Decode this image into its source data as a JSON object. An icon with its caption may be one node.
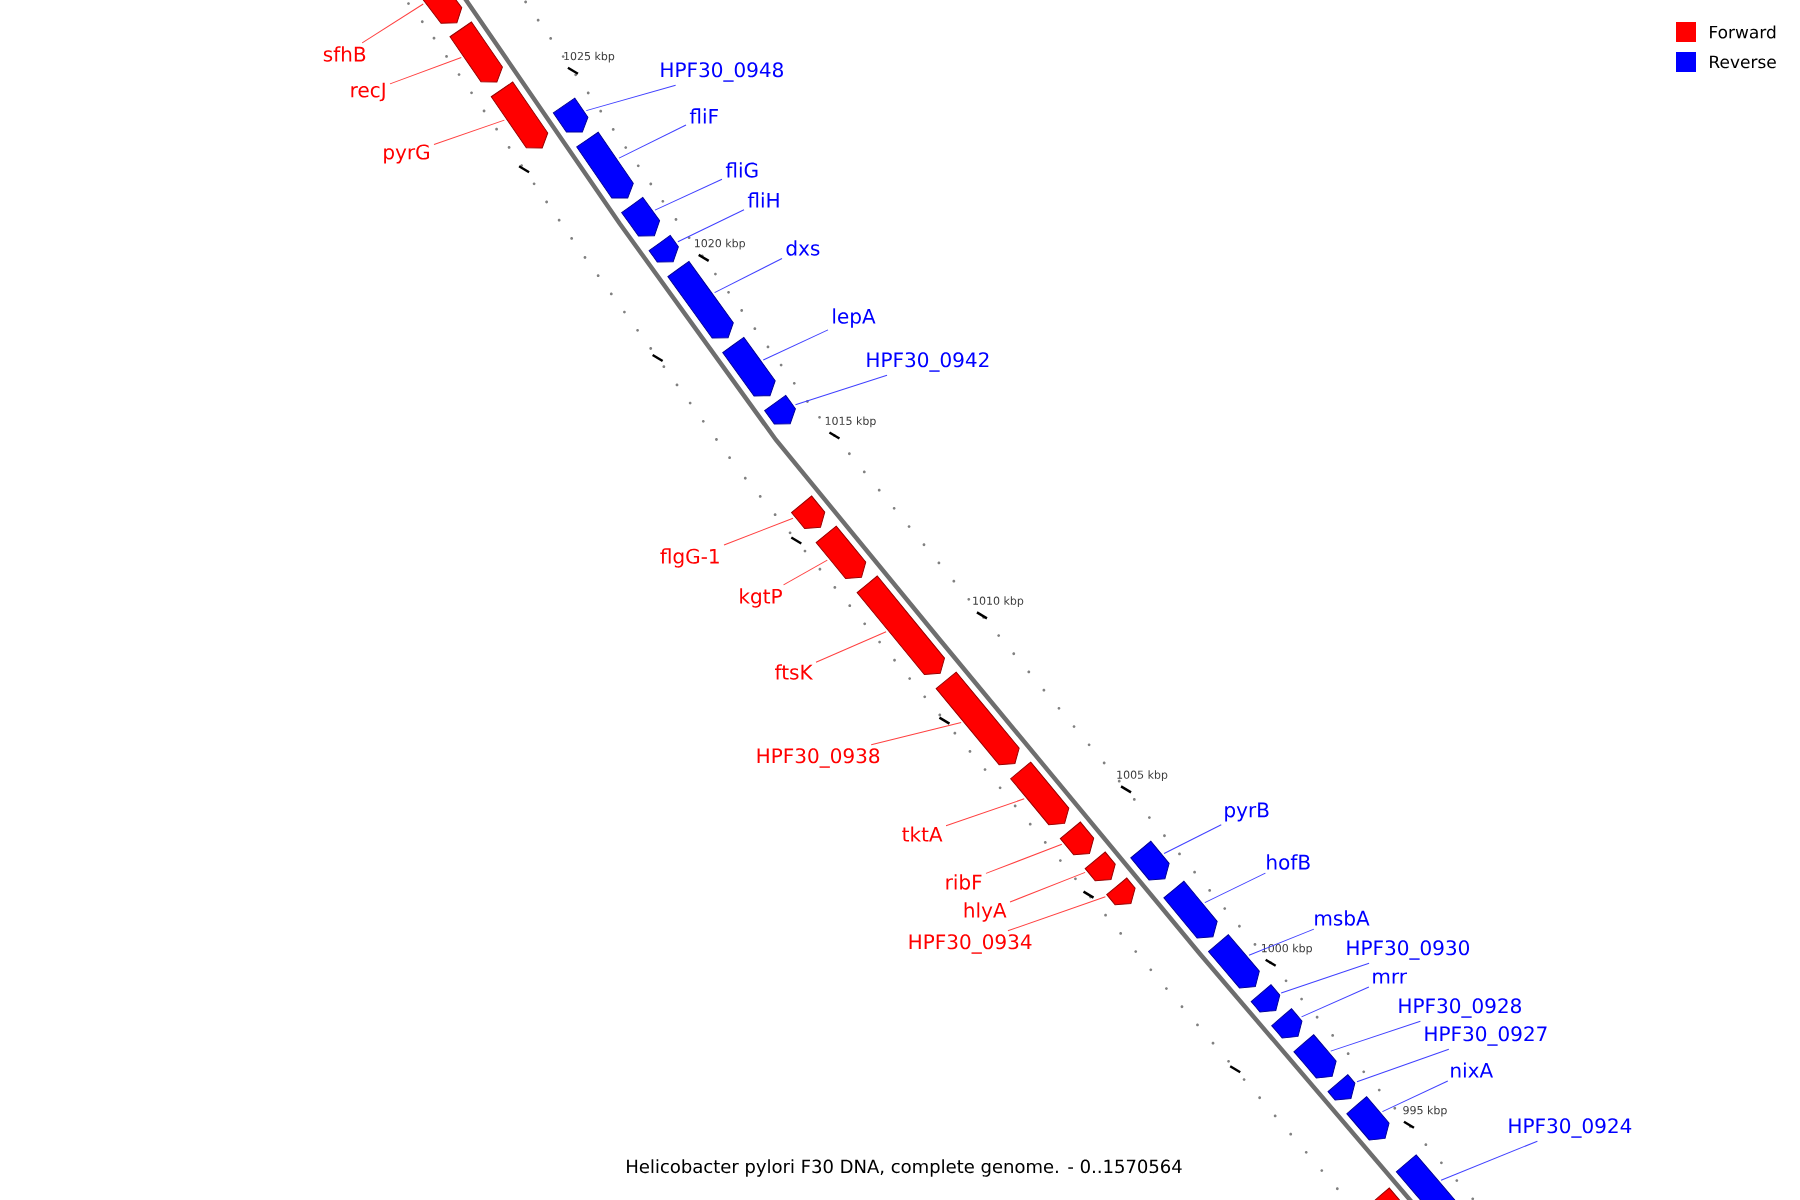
{
  "diagram": {
    "caption": "Helicobacter pylori F30 DNA, complete genome. - 0..1570564",
    "nodes": [
      {
        "text": [
          "sfhB"
        ]
      },
      {
        "text": [],
        "shape": "bar"
      },
      {
        "text": [
          "recJ"
        ]
      },
      {
        "text": [],
        "shape": "bar"
      },
      {
        "text": [
          "pyrG"
        ]
      },
      {
        "text": [],
        "shape": "bar"
      },
      {
        "text": [
          "HPF30_0948"
        ]
      },
      {
        "text": [],
        "shape": "bar"
      },
      {
        "text": [
          "fliF"
        ]
      },
      {
        "text": [],
        "shape": "bar"
      },
      {
        "text": [
          "fliG"
        ]
      },
      {
        "text": [],
        "shape": "bar"
      },
      {
        "text": [
          "fliH"
        ]
      },
      {
        "text": [],
        "shape": "bar"
      },
      {
        "text": [
          "dxs"
        ]
      },
      {
        "text": [],
        "shape": "bar"
      },
      {
        "text": [
          "lepA"
        ]
      },
      {
        "text": [],
        "shape": "bar"
      },
      {
        "text": [
          "HPF30_0942"
        ]
      },
      {
        "text": [],
        "shape": "bar"
      },
      {
        "text": [
          "flgG-1"
        ]
      },
      {
        "text": [],
        "shape": "bar"
      },
      {
        "text": [
          "kgtP"
        ]
      },
      {
        "text": [],
        "shape": "bar"
      },
      {
        "text": [
          "ftsK"
        ]
      },
      {
        "text": [],
        "shape": "bar"
      },
      {
        "text": [
          "HPF30_0938"
        ]
      },
      {
        "text": [],
        "shape": "bar"
      },
      {
        "text": [
          "tktA"
        ]
      },
      {
        "text": [],
        "shape": "bar"
      },
      {
        "text": [
          "ribF"
        ]
      },
      {
        "text": [],
        "shape": "bar"
      },
      {
        "text": [
          "hlyA"
        ]
      },
      {
        "text": [],
        "shape": "bar"
      },
      {
        "text": [
          "HPF30_0934"
        ]
      },
      {
        "text": [],
        "shape": "bar"
      },
      {
        "text": [
          "pyrB"
        ]
      },
      {
        "text": [],
        "shape": "bar"
      },
      {
        "text": [
          "hofB"
        ]
      },
      {
        "text": [],
        "shape": "bar"
      },
      {
        "text": [
          "msbA"
        ]
      },
      {
        "text": [],
        "shape": "bar"
      },
      {
        "text": [
          "HPF30_0930"
        ]
      },
      {
        "text": [],
        "shape": "bar"
      },
      {
        "text": [
          "mrr"
        ]
      },
      {
        "text": [],
        "shape": "bar"
      },
      {
        "text": [
          "HPF30_0928"
        ]
      },
      {
        "text": [],
        "shape": "bar"
      },
      {
        "text": [
          "HPF30_0927"
        ]
      },
      {
        "text": [],
        "shape": "bar"
      },
      {
        "text": [
          "nixA"
        ]
      },
      {
        "text": [],
        "shape": "bar"
      },
      {
        "text": [
          "HPF30_0924"
        ]
      },
      {
        "text": [],
        "shape": "bar"
      },
      {
        "text": [],
        "shape": "bar"
      }
    ],
    "edges": [
      {
        "from": 0,
        "to": 1,
        "arrow": "none",
        "color": "#ff4040"
      },
      {
        "from": 2,
        "to": 3,
        "arrow": "none",
        "color": "#ff4040"
      },
      {
        "from": 4,
        "to": 5,
        "arrow": "none",
        "color": "#ff4040"
      },
      {
        "from": 6,
        "to": 7,
        "arrow": "none",
        "color": "#4040ff"
      },
      {
        "from": 8,
        "to": 9,
        "arrow": "none",
        "color": "#4040ff"
      },
      {
        "from": 10,
        "to": 11,
        "arrow": "none",
        "color": "#4040ff"
      },
      {
        "from": 12,
        "to": 13,
        "arrow": "none",
        "color": "#4040ff"
      },
      {
        "from": 14,
        "to": 15,
        "arrow": "none",
        "color": "#4040ff"
      },
      {
        "from": 16,
        "to": 17,
        "arrow": "none",
        "color": "#4040ff"
      },
      {
        "from": 18,
        "to": 19,
        "arrow": "none",
        "color": "#4040ff"
      },
      {
        "from": 20,
        "to": 21,
        "arrow": "none",
        "color": "#ff4040"
      },
      {
        "from": 22,
        "to": 23,
        "arrow": "none",
        "color": "#ff4040"
      },
      {
        "from": 24,
        "to": 25,
        "arrow": "none",
        "color": "#ff4040"
      },
      {
        "from": 26,
        "to": 27,
        "arrow": "none",
        "color": "#ff4040"
      },
      {
        "from": 28,
        "to": 29,
        "arrow": "none",
        "color": "#ff4040"
      },
      {
        "from": 30,
        "to": 31,
        "arrow": "none",
        "color": "#ff4040"
      },
      {
        "from": 32,
        "to": 33,
        "arrow": "none",
        "color": "#ff4040"
      },
      {
        "from": 34,
        "to": 35,
        "arrow": "none",
        "color": "#ff4040"
      },
      {
        "from": 36,
        "to": 37,
        "arrow": "none",
        "color": "#4040ff"
      },
      {
        "from": 38,
        "to": 39,
        "arrow": "none",
        "color": "#4040ff"
      },
      {
        "from": 40,
        "to": 41,
        "arrow": "none",
        "color": "#4040ff"
      },
      {
        "from": 42,
        "to": 43,
        "arrow": "none",
        "color": "#4040ff"
      },
      {
        "from": 44,
        "to": 45,
        "arrow": "none",
        "color": "#4040ff"
      },
      {
        "from": 46,
        "to": 47,
        "arrow": "none",
        "color": "#4040ff"
      },
      {
        "from": 48,
        "to": 49,
        "arrow": "none",
        "color": "#4040ff"
      },
      {
        "from": 50,
        "to": 51,
        "arrow": "none",
        "color": "#4040ff"
      },
      {
        "from": 52,
        "to": 53,
        "arrow": "none",
        "color": "#4040ff"
      }
    ],
    "labels": [
      "1025 kbp",
      "1020 kbp",
      "1015 kbp",
      "1010 kbp",
      "1005 kbp",
      "1000 kbp",
      "995 kbp"
    ],
    "legend": [
      {
        "text": "Forward",
        "color": "#ff0000"
      },
      {
        "text": "Reverse",
        "color": "#0000ff"
      }
    ]
  }
}
